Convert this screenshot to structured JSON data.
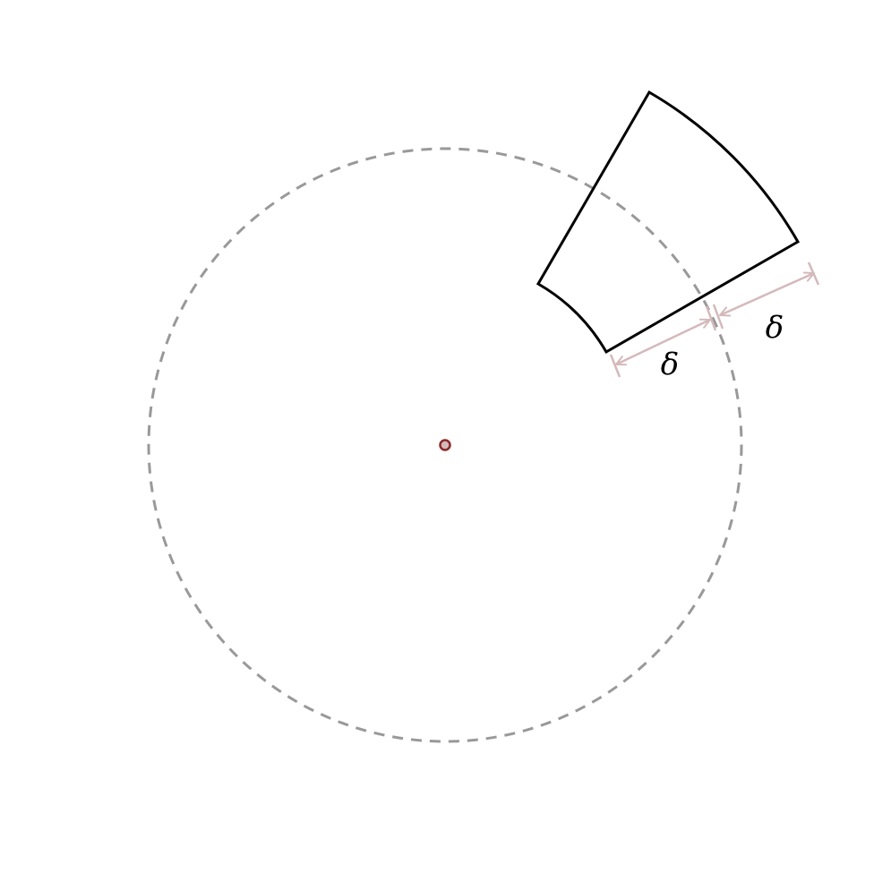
{
  "diagram": {
    "labels": {
      "inner_gap": "δ",
      "outer_gap": "δ"
    },
    "colors": {
      "background": "#ffffff",
      "reference_circle": "#999999",
      "sector_outline": "#000000",
      "dimension_marker": "#d4b9bb",
      "center_point_fill": "#d4b9bb",
      "center_point_stroke": "#8b2a2a"
    },
    "elements": {
      "reference_circle": "dashed",
      "annular_sector": "solid outline",
      "dimension_arrows": 2
    }
  }
}
